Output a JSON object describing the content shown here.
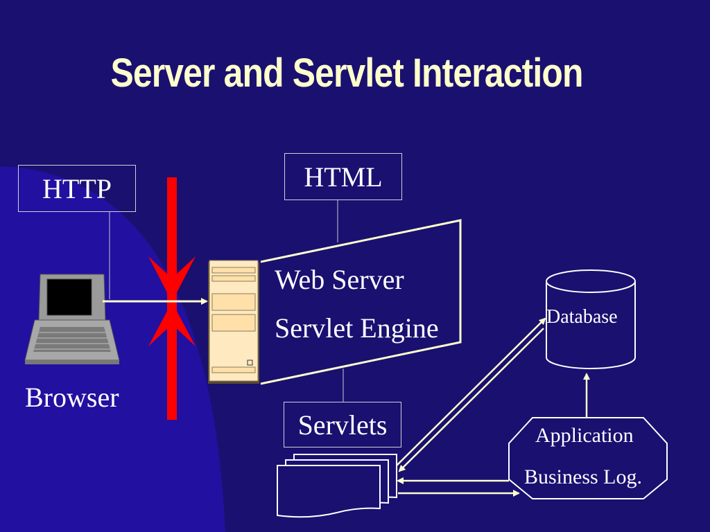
{
  "title": "Server and Servlet Interaction",
  "labels": {
    "http": "HTTP",
    "html": "HTML",
    "servlets": "Servlets",
    "browser": "Browser",
    "web_server": "Web Server",
    "servlet_engine": "Servlet Engine",
    "database": "Database",
    "application": "Application",
    "business_logic": "Business Log."
  },
  "colors": {
    "background": "#1a1070",
    "title": "#ffffcc",
    "arrow": "#ffffcc",
    "firewall": "#ff0000"
  }
}
